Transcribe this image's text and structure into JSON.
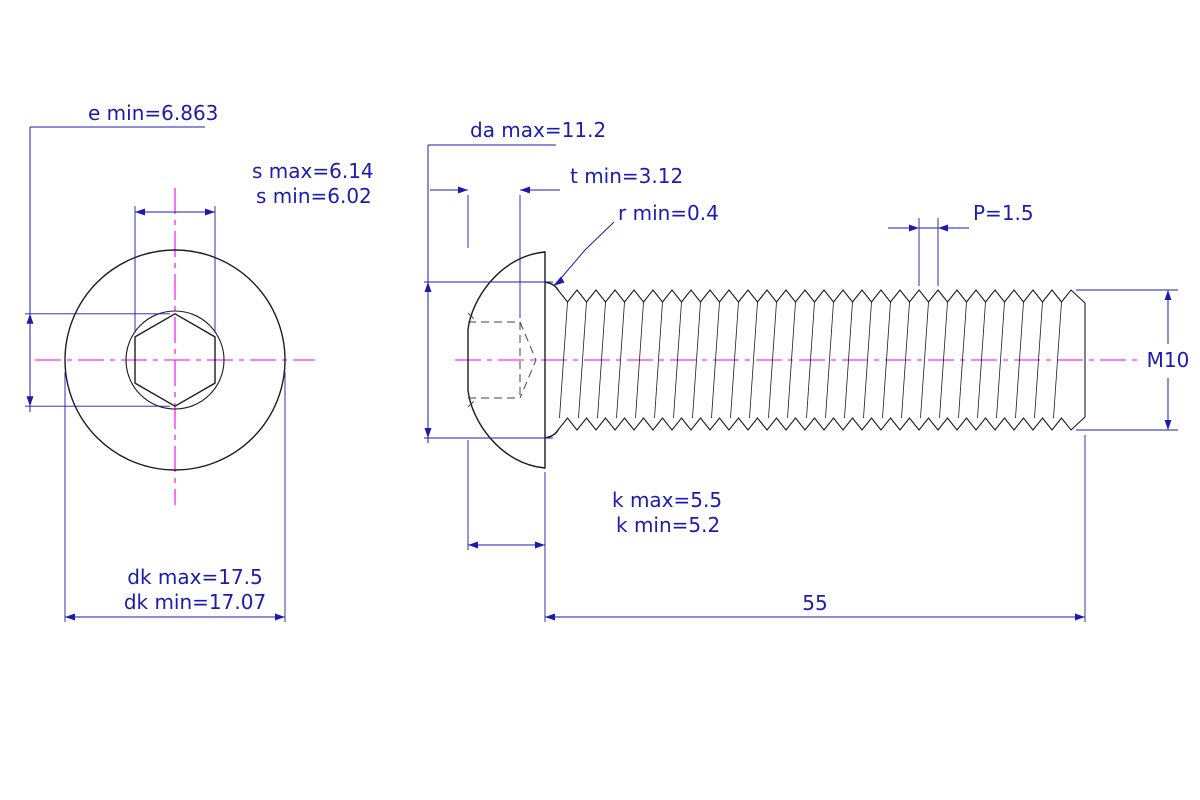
{
  "drawing": {
    "subject": "button-head-socket-screw",
    "colors": {
      "dimension_blue": "#1b1bb0",
      "centerline_magenta": "#f000f0",
      "outline_black": "#1c1c1c",
      "background": "#ffffff"
    },
    "front_view": {
      "e_min": "e min=6.863",
      "s_max": "s max=6.14",
      "s_min": "s min=6.02",
      "dk_max": "dk max=17.5",
      "dk_min": "dk min=17.07"
    },
    "side_view": {
      "da_max": "da max=11.2",
      "t_min": "t min=3.12",
      "r_min": "r min=0.4",
      "pitch": "P=1.5",
      "thread_designation": "M10",
      "k_max": "k max=5.5",
      "k_min": "k min=5.2",
      "length": "55"
    }
  }
}
